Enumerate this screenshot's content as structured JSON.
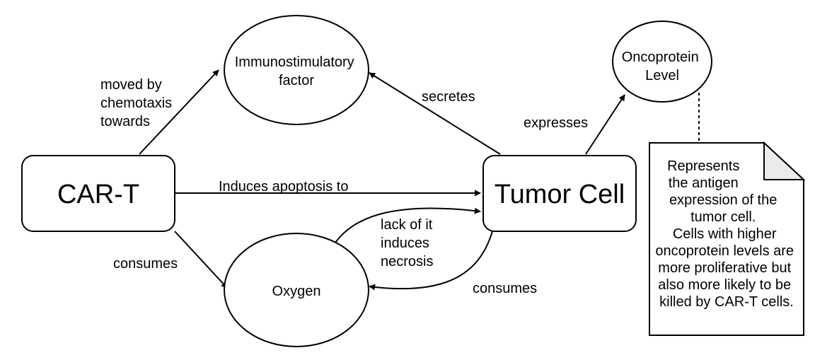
{
  "nodes": {
    "car_t": "CAR-T",
    "tumor_cell": "Tumor Cell",
    "immunostimulatory": [
      "Immunostimulatory",
      "factor"
    ],
    "oxygen": "Oxygen",
    "oncoprotein": [
      "Oncoprotein",
      "Level"
    ]
  },
  "edges": {
    "car_t_to_immuno": [
      "moved by",
      "chemotaxis",
      "towards"
    ],
    "car_t_to_tumor": "Induces apoptosis to",
    "car_t_to_oxygen": "consumes",
    "tumor_to_immuno": "secretes",
    "tumor_to_oncoprotein": "expresses",
    "oxygen_to_tumor": [
      "lack of it",
      "induces",
      "necrosis"
    ],
    "tumor_to_oxygen": "consumes"
  },
  "note": [
    "Represents",
    "the antigen",
    "expression of the",
    "tumor cell.",
    "Cells with higher",
    "oncoprotein levels are",
    "more proliferative but",
    "also more likely to be",
    "killed by CAR-T cells."
  ],
  "colors": {
    "stroke": "#000000",
    "fill": "#ffffff",
    "note_fold": "#ebebeb"
  }
}
